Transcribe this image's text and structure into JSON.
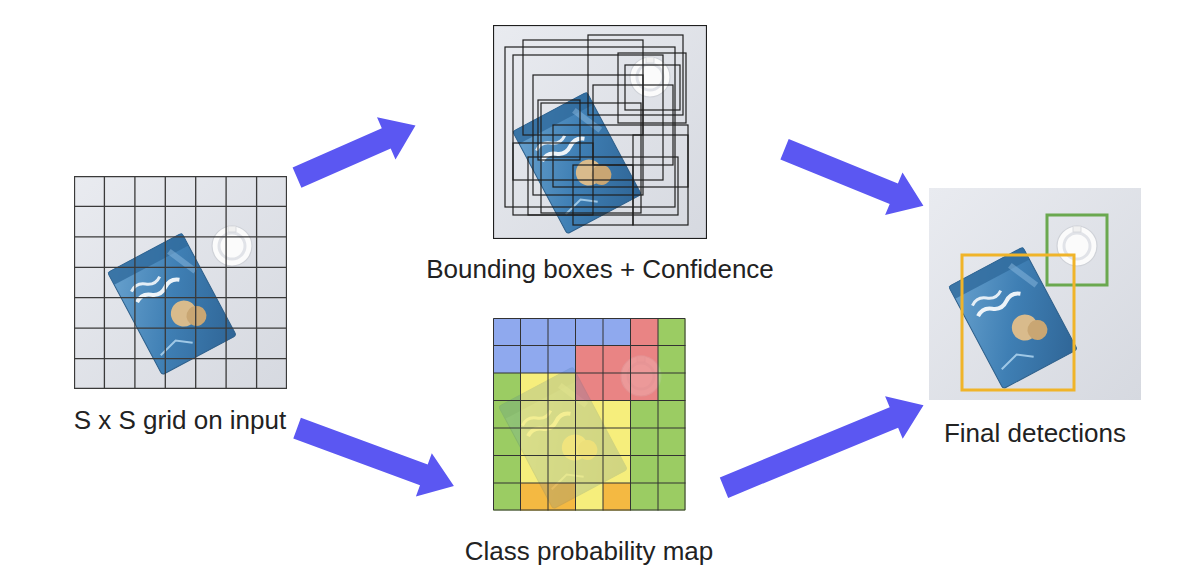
{
  "diagram": {
    "nodes": [
      {
        "text": [
          "S x S grid on input"
        ]
      },
      {
        "text": [
          "Bounding boxes + Confidence"
        ]
      },
      {
        "text": [
          "Class probability map"
        ]
      },
      {
        "text": [
          "Final detections"
        ]
      }
    ],
    "edges": [
      {
        "from": 0,
        "to": 1,
        "arrow": "to"
      },
      {
        "from": 0,
        "to": 2,
        "arrow": "to"
      },
      {
        "from": 1,
        "to": 3,
        "arrow": "to"
      },
      {
        "from": 2,
        "to": 3,
        "arrow": "to"
      }
    ]
  }
}
